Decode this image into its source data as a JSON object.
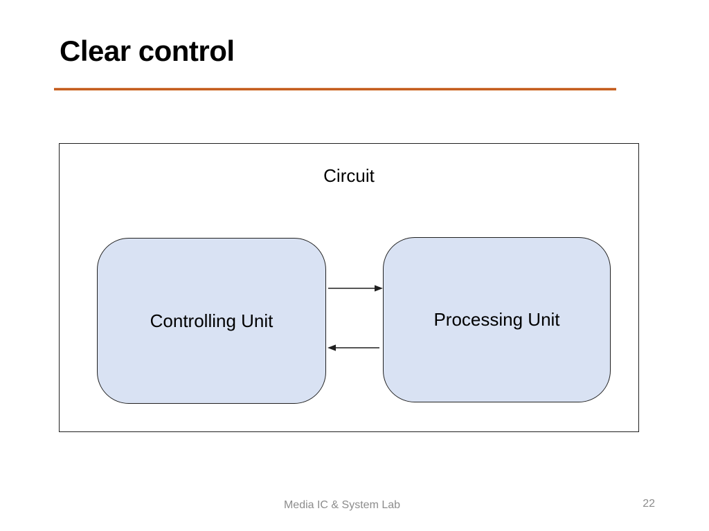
{
  "slide": {
    "title": "Clear control",
    "footer": "Media IC & System Lab",
    "page_number": "22"
  },
  "diagram": {
    "container_label": "Circuit",
    "nodes": [
      {
        "id": "controlling-unit",
        "label": "Controlling Unit"
      },
      {
        "id": "processing-unit",
        "label": "Processing Unit"
      }
    ],
    "edges": [
      {
        "from": "controlling-unit",
        "to": "processing-unit",
        "direction": "right"
      },
      {
        "from": "processing-unit",
        "to": "controlling-unit",
        "direction": "left"
      }
    ]
  },
  "colors": {
    "accent_line": "#C0571C",
    "accent_line_edge": "#E8A870",
    "node_fill": "#D9E2F3",
    "stroke": "#1F1F1F",
    "footer_text": "#8C8C8C"
  }
}
